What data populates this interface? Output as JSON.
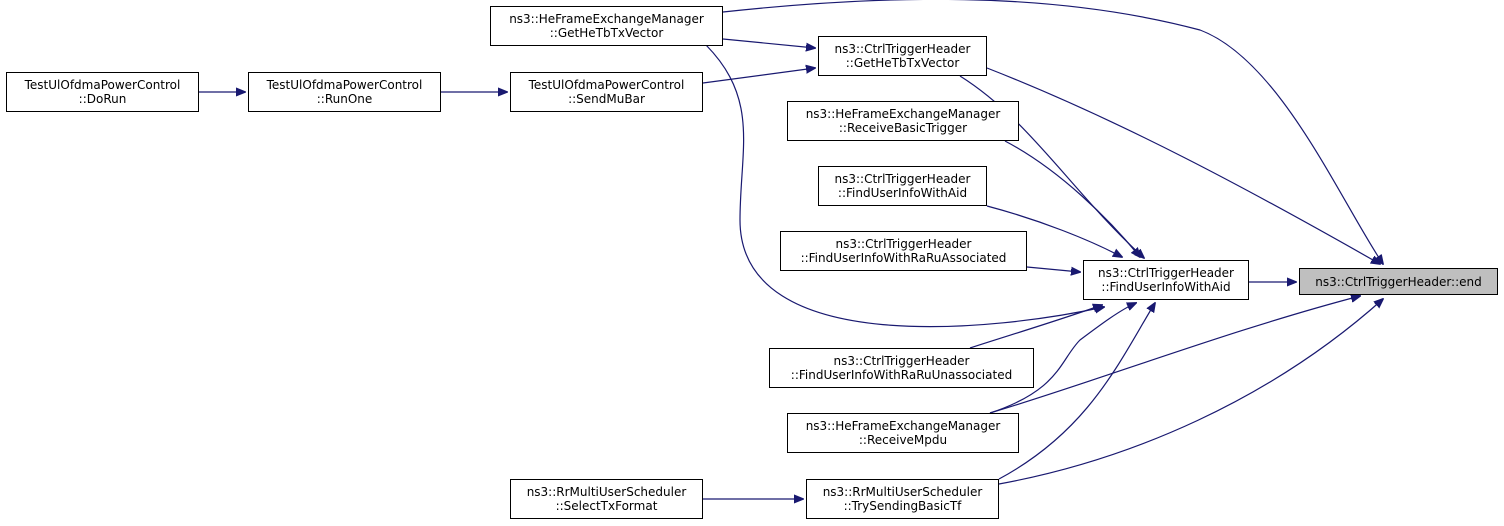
{
  "colors": {
    "edge": "#191970",
    "node_border": "#000000",
    "node_fill": "#ffffff",
    "root_fill": "#bfbfbf"
  },
  "nodes": {
    "end": {
      "line1": "ns3::CtrlTriggerHeader::end"
    },
    "find_user_info_with_aid_main": {
      "line1": "ns3::CtrlTriggerHeader",
      "line2": "::FindUserInfoWithAid"
    },
    "he_get_tb_tx_vector": {
      "line1": "ns3::HeFrameExchangeManager",
      "line2": "::GetHeTbTxVector"
    },
    "ctrl_get_he_tb_tx_vector": {
      "line1": "ns3::CtrlTriggerHeader",
      "line2": "::GetHeTbTxVector"
    },
    "he_receive_basic_trigger": {
      "line1": "ns3::HeFrameExchangeManager",
      "line2": "::ReceiveBasicTrigger"
    },
    "ctrl_find_user_info_with_aid": {
      "line1": "ns3::CtrlTriggerHeader",
      "line2": "::FindUserInfoWithAid"
    },
    "ctrl_find_ra_ru_associated": {
      "line1": "ns3::CtrlTriggerHeader",
      "line2": "::FindUserInfoWithRaRuAssociated"
    },
    "ctrl_find_ra_ru_unassociated": {
      "line1": "ns3::CtrlTriggerHeader",
      "line2": "::FindUserInfoWithRaRuUnassociated"
    },
    "he_receive_mpdu": {
      "line1": "ns3::HeFrameExchangeManager",
      "line2": "::ReceiveMpdu"
    },
    "rr_try_sending_basic_tf": {
      "line1": "ns3::RrMultiUserScheduler",
      "line2": "::TrySendingBasicTf"
    },
    "rr_select_tx_format": {
      "line1": "ns3::RrMultiUserScheduler",
      "line2": "::SelectTxFormat"
    },
    "test_send_mu_bar": {
      "line1": "TestUlOfdmaPowerControl",
      "line2": "::SendMuBar"
    },
    "test_run_one": {
      "line1": "TestUlOfdmaPowerControl",
      "line2": "::RunOne"
    },
    "test_do_run": {
      "line1": "TestUlOfdmaPowerControl",
      "line2": "::DoRun"
    }
  },
  "edges": [
    {
      "from": "find_user_info_with_aid_main",
      "to": "end"
    },
    {
      "from": "he_get_tb_tx_vector",
      "to": "end"
    },
    {
      "from": "ctrl_get_he_tb_tx_vector",
      "to": "end"
    },
    {
      "from": "he_receive_mpdu",
      "to": "end"
    },
    {
      "from": "rr_try_sending_basic_tf",
      "to": "end"
    },
    {
      "from": "he_get_tb_tx_vector",
      "to": "find_user_info_with_aid_main"
    },
    {
      "from": "ctrl_get_he_tb_tx_vector",
      "to": "find_user_info_with_aid_main"
    },
    {
      "from": "he_receive_basic_trigger",
      "to": "find_user_info_with_aid_main"
    },
    {
      "from": "ctrl_find_user_info_with_aid",
      "to": "find_user_info_with_aid_main"
    },
    {
      "from": "ctrl_find_ra_ru_associated",
      "to": "find_user_info_with_aid_main"
    },
    {
      "from": "ctrl_find_ra_ru_unassociated",
      "to": "find_user_info_with_aid_main"
    },
    {
      "from": "he_receive_mpdu",
      "to": "find_user_info_with_aid_main"
    },
    {
      "from": "rr_try_sending_basic_tf",
      "to": "find_user_info_with_aid_main"
    },
    {
      "from": "he_get_tb_tx_vector",
      "to": "ctrl_get_he_tb_tx_vector"
    },
    {
      "from": "test_send_mu_bar",
      "to": "ctrl_get_he_tb_tx_vector"
    },
    {
      "from": "test_run_one",
      "to": "test_send_mu_bar"
    },
    {
      "from": "test_do_run",
      "to": "test_run_one"
    },
    {
      "from": "rr_select_tx_format",
      "to": "rr_try_sending_basic_tf"
    }
  ]
}
